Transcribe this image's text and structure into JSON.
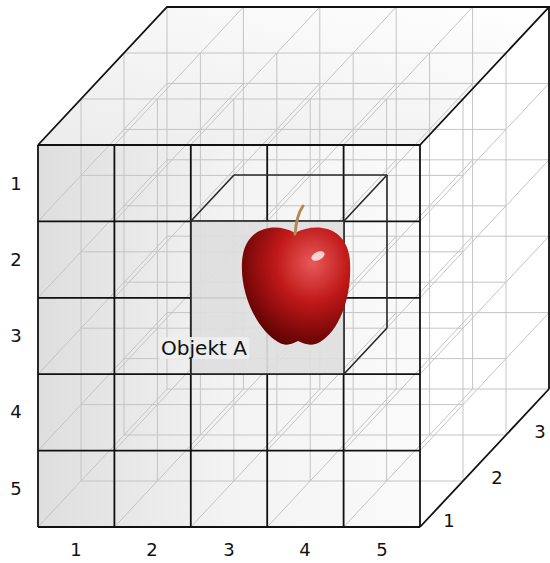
{
  "diagram": {
    "labels": [
      "1",
      "2",
      "3",
      "4",
      "5",
      "1",
      "2",
      "3",
      "4",
      "5",
      "1",
      "2",
      "3",
      "Objekt A"
    ]
  }
}
